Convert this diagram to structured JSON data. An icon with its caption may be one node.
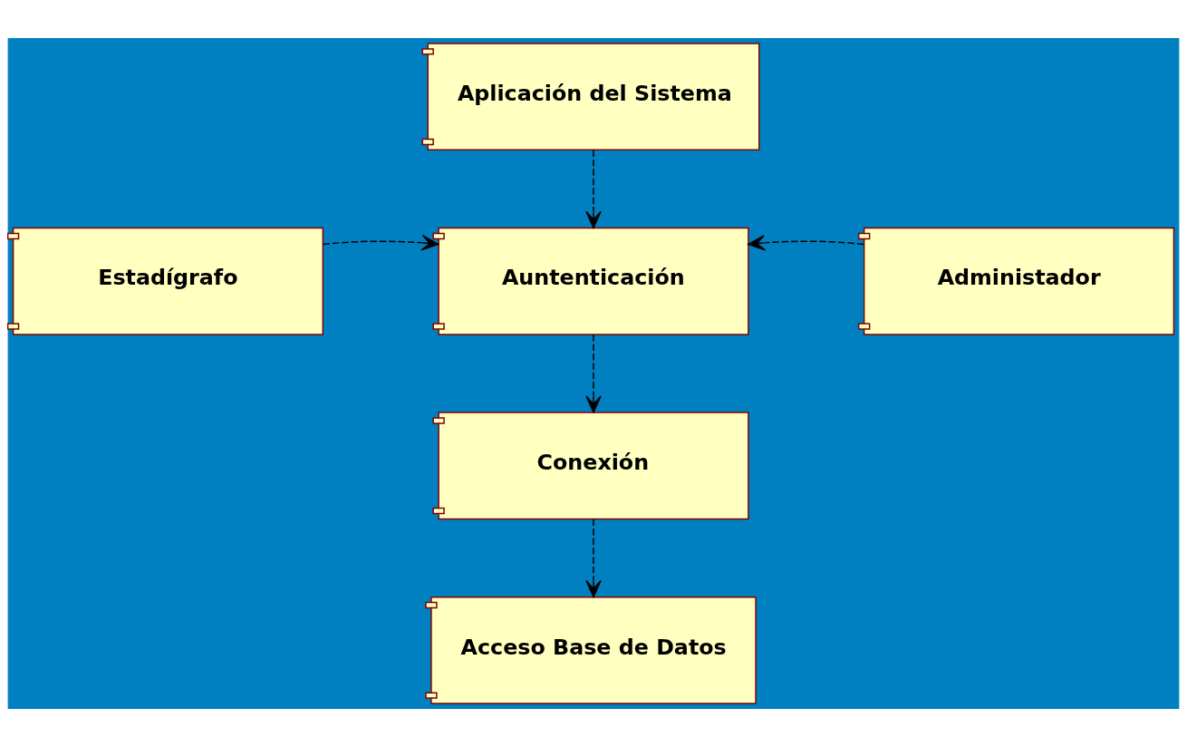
{
  "diagram": {
    "nodes": [
      {
        "text": [
          "Aplicación del Sistema"
        ]
      },
      {
        "text": [
          "Estadígrafo"
        ]
      },
      {
        "text": [
          "Auntenticación"
        ]
      },
      {
        "text": [
          "Administador"
        ]
      },
      {
        "text": [
          "Conexión"
        ]
      },
      {
        "text": [
          "Acceso Base de Datos"
        ]
      }
    ],
    "edges": [
      {
        "from": 0,
        "to": 2,
        "arrow": "to",
        "style": "dashed"
      },
      {
        "from": 1,
        "to": 2,
        "arrow": "to",
        "style": "dashed"
      },
      {
        "from": 3,
        "to": 2,
        "arrow": "to",
        "style": "dashed"
      },
      {
        "from": 2,
        "to": 4,
        "arrow": "to",
        "style": "dashed"
      },
      {
        "from": 4,
        "to": 5,
        "arrow": "to",
        "style": "dashed"
      }
    ]
  }
}
